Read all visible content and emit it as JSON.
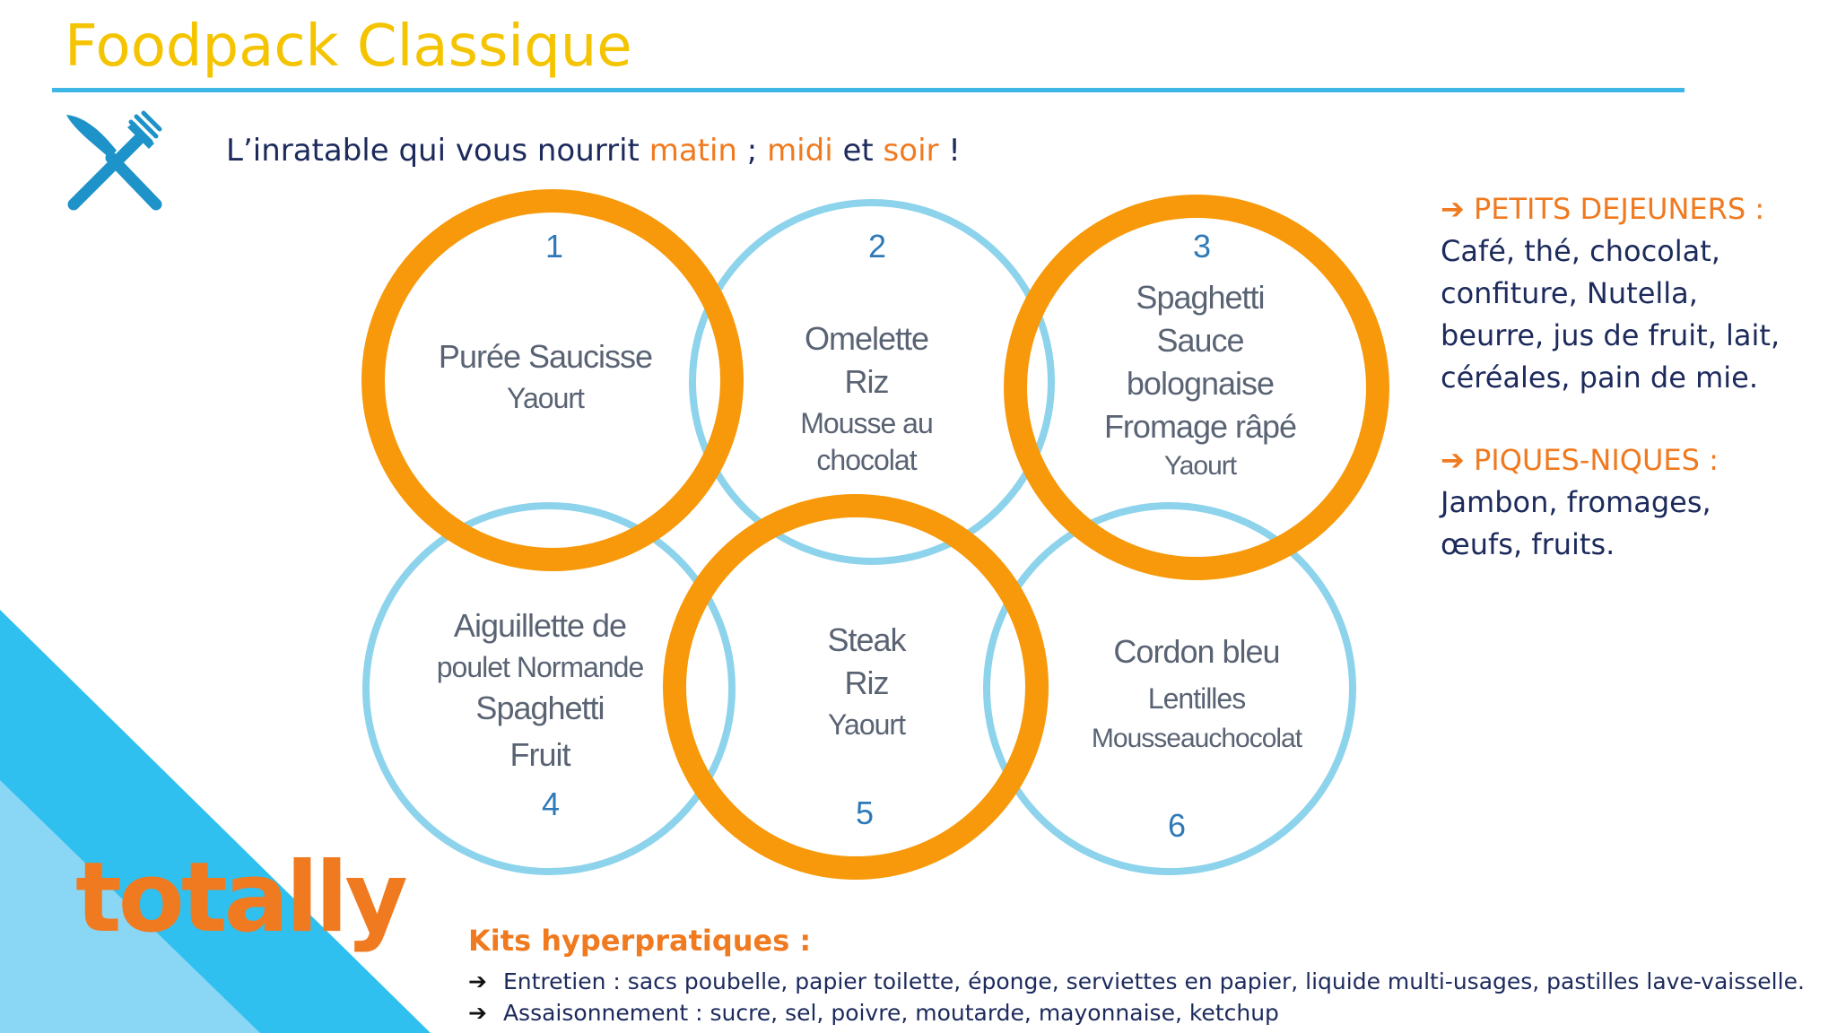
{
  "title": "Foodpack Classique",
  "tagline": {
    "before": "L’inratable qui vous nourrit ",
    "matin": "matin",
    "sep1": " ; ",
    "midi": "midi",
    "sep2": " et ",
    "soir": "soir",
    "after": " !"
  },
  "meals": [
    {
      "number": "1",
      "lines": [
        "Purée Saucisse",
        "Yaourt"
      ]
    },
    {
      "number": "2",
      "lines": [
        "Omelette",
        "Riz",
        "Mousse au",
        "chocolat"
      ]
    },
    {
      "number": "3",
      "lines": [
        "Spaghetti",
        "Sauce",
        "bolognaise",
        "Fromage râpé",
        "Yaourt"
      ]
    },
    {
      "number": "4",
      "lines": [
        "Aiguillette de",
        "poulet Normande",
        "Spaghetti",
        "Fruit"
      ]
    },
    {
      "number": "5",
      "lines": [
        "Steak",
        "Riz",
        "Yaourt"
      ]
    },
    {
      "number": "6",
      "lines": [
        "Cordon bleu",
        "Lentilles",
        "Mousseauchocolat"
      ]
    }
  ],
  "breakfast": {
    "heading": "PETITS DEJEUNERS :",
    "lines": [
      "Café, thé, chocolat,",
      "confiture, Nutella,",
      "beurre, jus de fruit, lait,",
      "céréales, pain de mie."
    ]
  },
  "picnic": {
    "heading": "PIQUES-NIQUES :",
    "lines": [
      "Jambon, fromages,",
      "œufs, fruits."
    ]
  },
  "logo": "totally",
  "kits": {
    "title": "Kits hyperpratiques :",
    "items": [
      "Entretien : sacs poubelle, papier toilette, éponge, serviettes en papier, liquide multi-usages, pastilles lave-vaisselle.",
      "Assaisonnement : sucre, sel, poivre, moutarde, mayonnaise, ketchup"
    ]
  },
  "colors": {
    "title": "#F5C400",
    "accent_orange": "#F07A20",
    "ring_orange": "#F7990A",
    "ring_blue": "#8DD3EC",
    "rule_blue": "#3EB6E6",
    "text_navy": "#1C2A5C",
    "deco_cyan": "#2FC0F0"
  }
}
